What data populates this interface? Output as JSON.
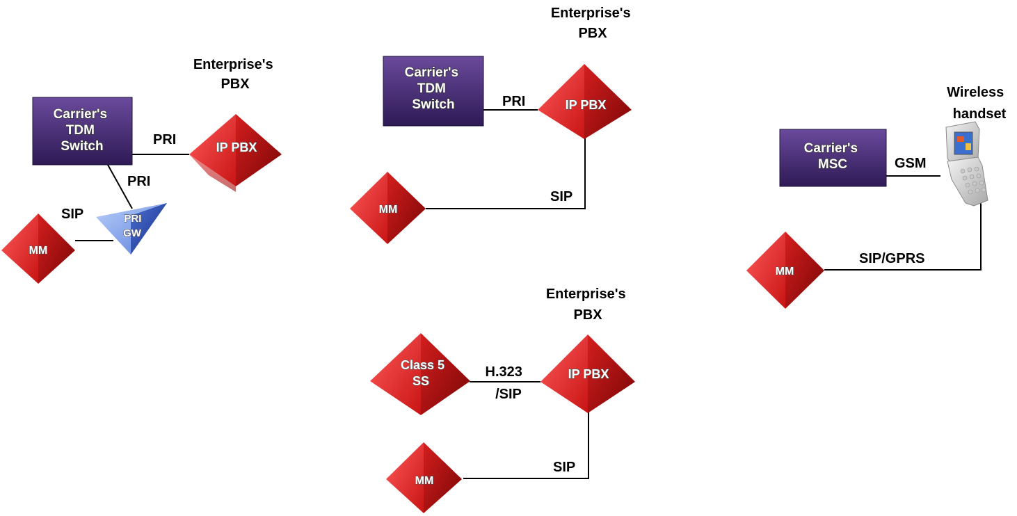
{
  "colors": {
    "switch_box": "#4b2f7a",
    "pyramid_red": "#cc1f1f",
    "gateway_blue": "#3b62c4",
    "connector": "#000000"
  },
  "diagram_a": {
    "switch_label": [
      "Carrier's",
      "TDM",
      "Switch"
    ],
    "pbx_caption": [
      "Enterprise's",
      "PBX"
    ],
    "pbx_label": "IP PBX",
    "gateway_label": [
      "PRI",
      "GW"
    ],
    "mm_label": "MM",
    "link_switch_pbx": "PRI",
    "link_switch_gw": "PRI",
    "link_gw_mm": "SIP"
  },
  "diagram_b": {
    "switch_label": [
      "Carrier's",
      "TDM",
      "Switch"
    ],
    "pbx_caption": [
      "Enterprise's",
      "PBX"
    ],
    "pbx_label": "IP PBX",
    "mm_label": "MM",
    "link_switch_pbx": "PRI",
    "link_pbx_mm": "SIP"
  },
  "diagram_c": {
    "ss_label": [
      "Class 5",
      "SS"
    ],
    "pbx_caption": [
      "Enterprise's",
      "PBX"
    ],
    "pbx_label": "IP PBX",
    "mm_label": "MM",
    "link_ss_pbx": [
      "H.323",
      "/SIP"
    ],
    "link_pbx_mm": "SIP"
  },
  "diagram_d": {
    "msc_label": [
      "Carrier's",
      "MSC"
    ],
    "handset_caption": [
      "Wireless",
      "handset"
    ],
    "handset_icon": "flip-phone-icon",
    "mm_label": "MM",
    "link_msc_handset": "GSM",
    "link_handset_mm": "SIP/GPRS"
  }
}
